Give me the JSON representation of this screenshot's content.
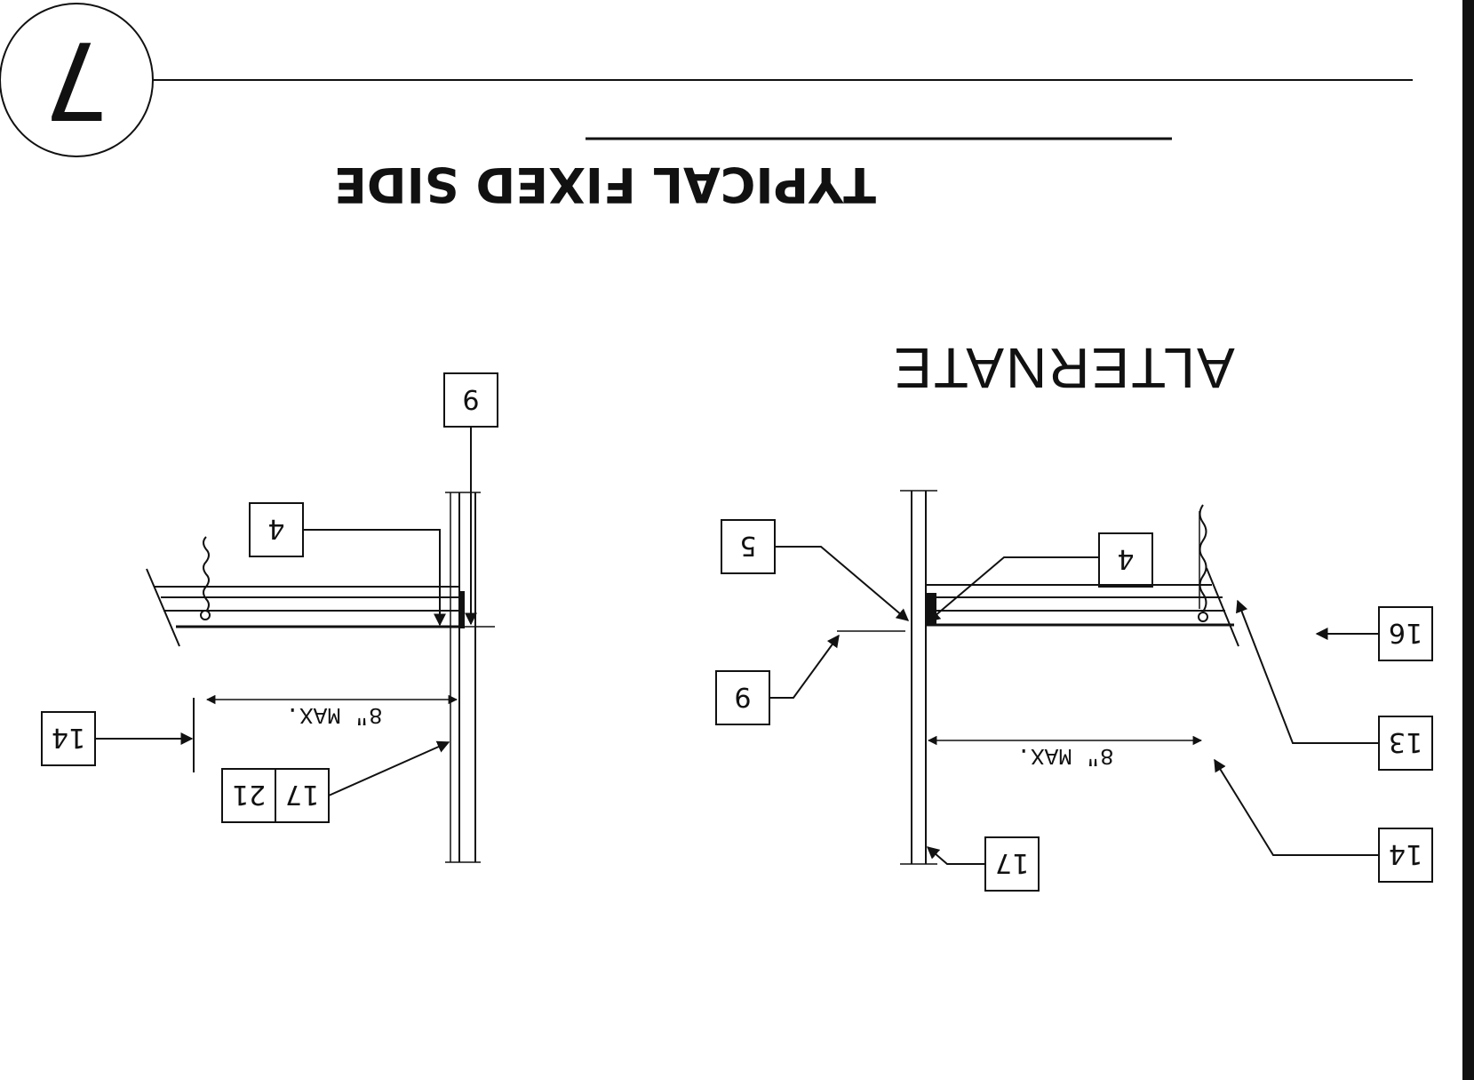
{
  "detail": {
    "number": "7",
    "title": "TYPICAL FIXED SIDE",
    "subtitle": "ALTERNATE"
  },
  "left_detail": {
    "tags": {
      "tag_9": "9",
      "tag_4": "4",
      "tag_14": "14",
      "tag_17": "17",
      "tag_21": "21"
    },
    "dimension": "8\" MAX."
  },
  "right_detail": {
    "tags": {
      "tag_4": "4",
      "tag_5": "5",
      "tag_9": "9",
      "tag_16": "16",
      "tag_13": "13",
      "tag_14": "14",
      "tag_17": "17"
    },
    "dimension": "8\" MAX."
  }
}
